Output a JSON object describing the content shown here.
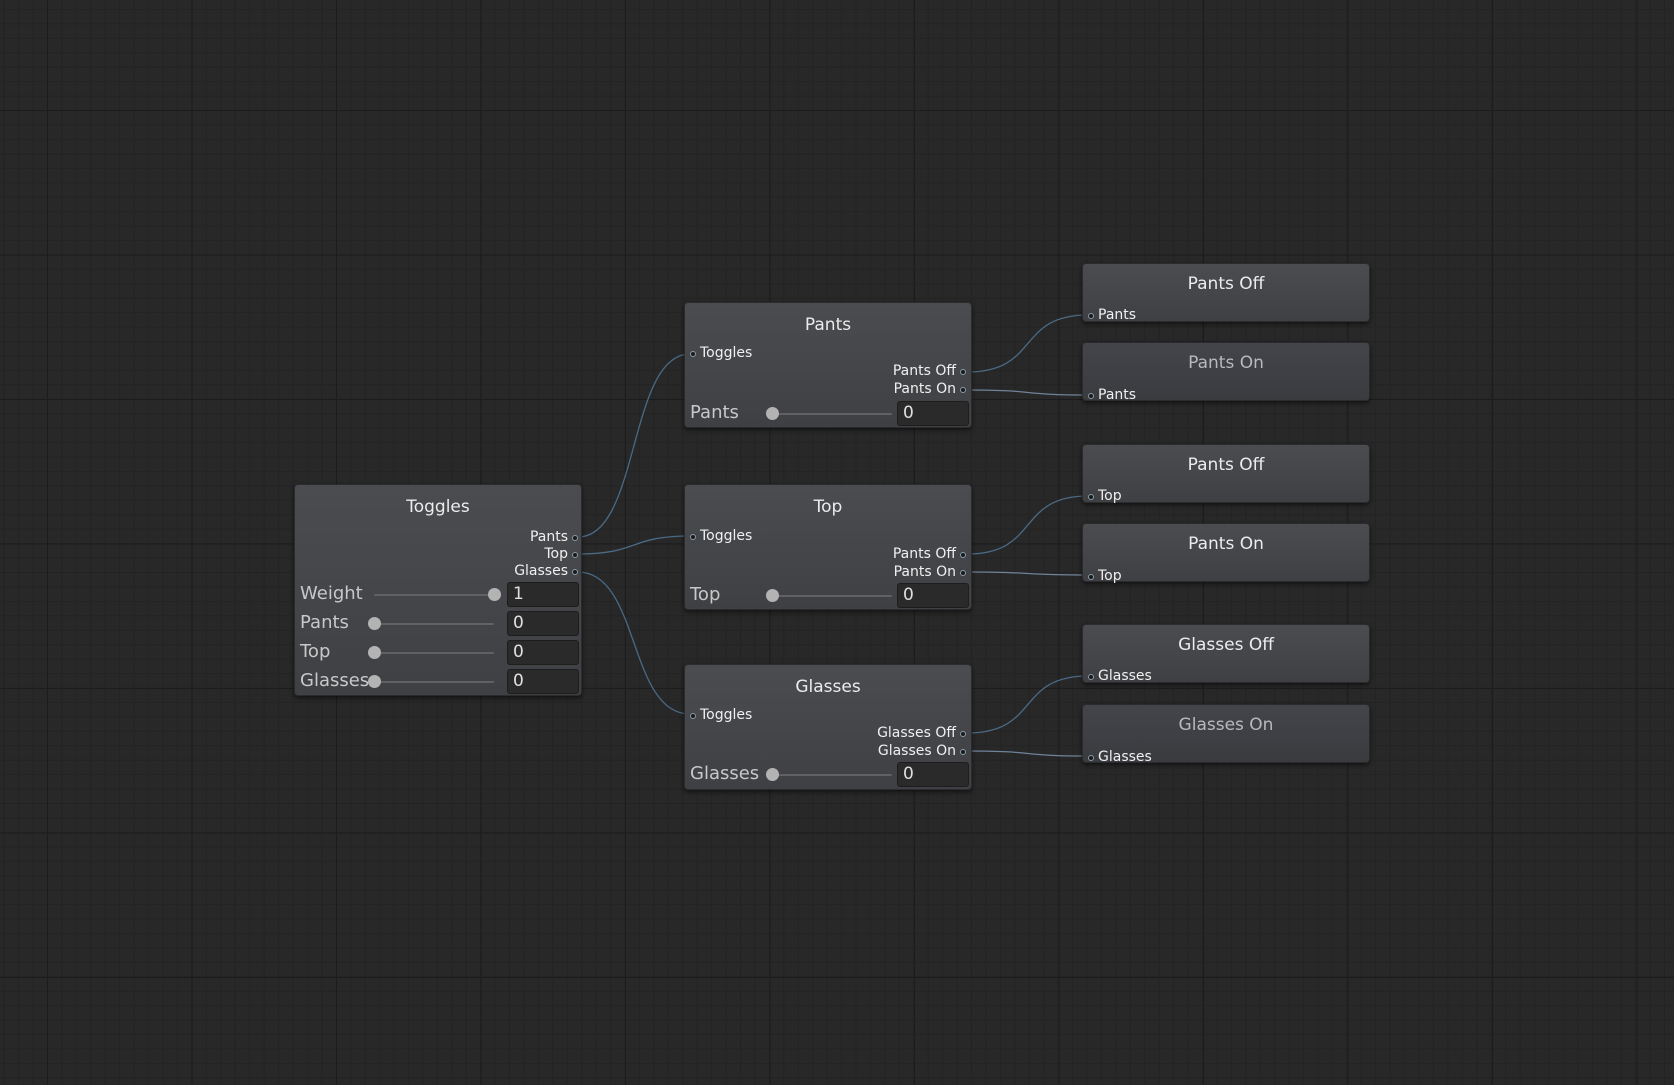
{
  "colors": {
    "wire": "#4a6a85",
    "wire_highlight": "#6f8399",
    "grid_background": "#282828",
    "node": "#45474b"
  },
  "nodes": {
    "toggles": {
      "title": "Toggles",
      "outputs": [
        "Pants",
        "Top",
        "Glasses"
      ],
      "params": [
        {
          "label": "Weight",
          "value": "1",
          "level": 1
        },
        {
          "label": "Pants",
          "value": "0",
          "level": 0
        },
        {
          "label": "Top",
          "value": "0",
          "level": 0
        },
        {
          "label": "Glasses",
          "value": "0",
          "level": 0
        }
      ]
    },
    "pants": {
      "title": "Pants",
      "input": "Toggles",
      "outputs": [
        "Pants Off",
        "Pants On"
      ],
      "param": {
        "label": "Pants",
        "value": "0",
        "level": 0
      }
    },
    "top": {
      "title": "Top",
      "input": "Toggles",
      "outputs": [
        "Pants Off",
        "Pants On"
      ],
      "param": {
        "label": "Top",
        "value": "0",
        "level": 0
      }
    },
    "glasses": {
      "title": "Glasses",
      "input": "Toggles",
      "outputs": [
        "Glasses Off",
        "Glasses On"
      ],
      "param": {
        "label": "Glasses",
        "value": "0",
        "level": 0
      }
    },
    "pants_off": {
      "title": "Pants Off",
      "input": "Pants"
    },
    "pants_on": {
      "title": "Pants On",
      "input": "Pants"
    },
    "top_pants_off": {
      "title": "Pants Off",
      "input": "Top"
    },
    "top_pants_on": {
      "title": "Pants On",
      "input": "Top"
    },
    "glasses_off": {
      "title": "Glasses Off",
      "input": "Glasses"
    },
    "glasses_on": {
      "title": "Glasses On",
      "input": "Glasses"
    }
  },
  "connections": [
    {
      "from": "toggles.Pants",
      "to": "pants.Toggles"
    },
    {
      "from": "toggles.Top",
      "to": "top.Toggles"
    },
    {
      "from": "toggles.Glasses",
      "to": "glasses.Toggles"
    },
    {
      "from": "pants.Pants Off",
      "to": "pants_off.Pants"
    },
    {
      "from": "pants.Pants On",
      "to": "pants_on.Pants"
    },
    {
      "from": "top.Pants Off",
      "to": "top_pants_off.Top"
    },
    {
      "from": "top.Pants On",
      "to": "top_pants_on.Top"
    },
    {
      "from": "glasses.Glasses Off",
      "to": "glasses_off.Glasses"
    },
    {
      "from": "glasses.Glasses On",
      "to": "glasses_on.Glasses"
    }
  ]
}
